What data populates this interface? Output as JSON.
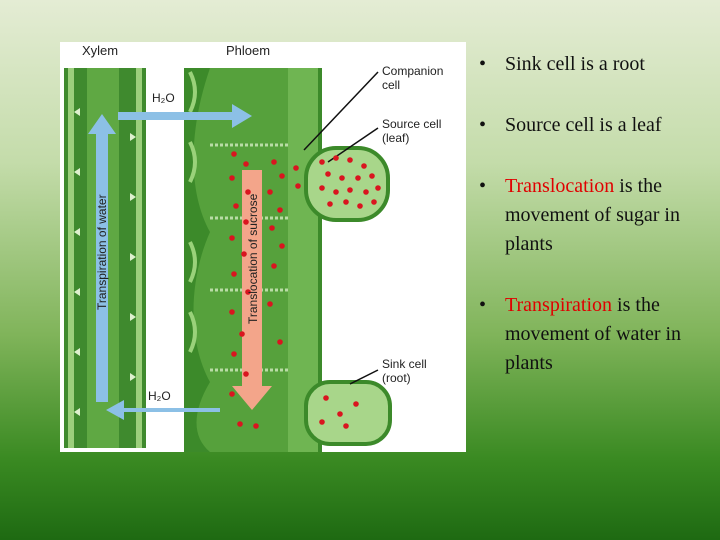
{
  "diagram": {
    "labels": {
      "xylem": "Xylem",
      "phloem": "Phloem",
      "h2o_top": "H₂O",
      "h2o_bottom": "H₂O",
      "companion_cell": [
        "Companion",
        "cell"
      ],
      "source_cell": [
        "Source cell",
        "(leaf)"
      ],
      "sink_cell": [
        "Sink cell",
        "(root)"
      ],
      "transpiration": "Transpiration of water",
      "translocation": "Translocation of sucrose"
    },
    "colors": {
      "xylem": "#3f8a2e",
      "phloem": "#5aa63e",
      "water_arrow": "#8cc0e6",
      "sucrose_arrow": "#f3a58a",
      "sugar_dot": "#d9151f"
    }
  },
  "bullets": [
    {
      "plain": "Sink cell is a root",
      "highlight": "",
      "rest": ""
    },
    {
      "plain": "Source cell is a leaf",
      "highlight": "",
      "rest": ""
    },
    {
      "plain": "",
      "highlight": "Translocation",
      "rest": " is the movement of sugar in plants"
    },
    {
      "plain": "",
      "highlight": "Transpiration",
      "rest": " is the movement of water in plants"
    }
  ]
}
